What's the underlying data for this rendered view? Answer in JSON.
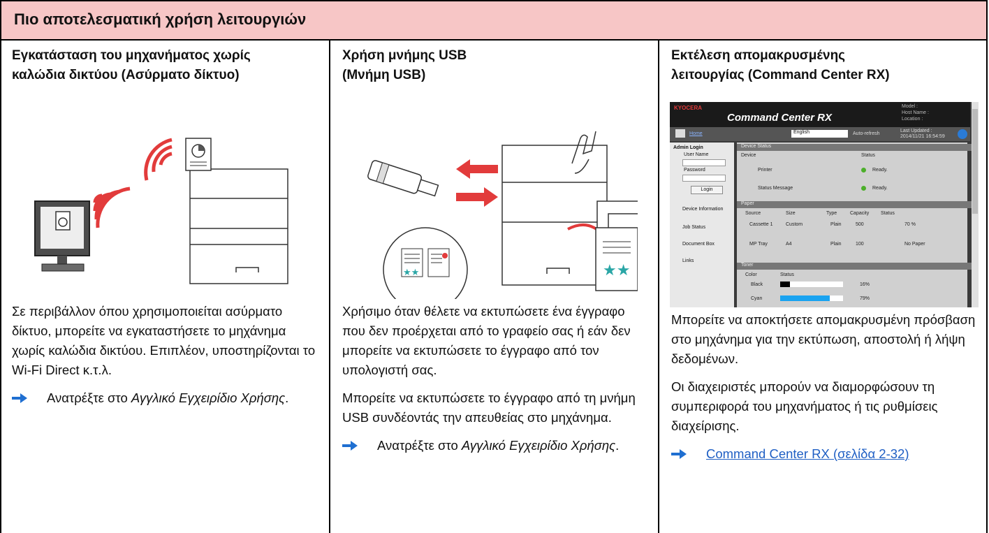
{
  "header": {
    "title": "Πιο αποτελεσματική χρήση λειτουργιών"
  },
  "columns": [
    {
      "title_line1": "Εγκατάσταση του μηχανήματος χωρίς",
      "title_line2": "καλώδια δικτύου (Ασύρματο δίκτυο)",
      "body": "Σε περιβάλλον όπου χρησιμοποιείται ασύρματο δίκτυο, μπορείτε να εγκαταστήσετε το μηχάνημα χωρίς καλώδια δικτύου. Επιπλέον, υποστηρίζονται το Wi-Fi Direct κ.τ.λ.",
      "ref_prefix": "Ανατρέξτε στο ",
      "ref_italic": "Αγγλικό Εγχειρίδιο Χρήσης",
      "ref_suffix": "."
    },
    {
      "title_line1": "Χρήση μνήμης USB",
      "title_line2": "(Μνήμη USB)",
      "body1": "Χρήσιμο όταν θέλετε να εκτυπώσετε ένα έγγραφο που δεν προέρχεται από το γραφείο σας ή εάν δεν μπορείτε να εκτυπώσετε το έγγραφο από τον υπολογιστή σας.",
      "body2": "Μπορείτε να εκτυπώσετε το έγγραφο από τη μνήμη USB συνδέοντάς την απευθείας στο μηχάνημα.",
      "ref_prefix": "Ανατρέξτε στο ",
      "ref_italic": "Αγγλικό Εγχειρίδιο Χρήσης",
      "ref_suffix": "."
    },
    {
      "title_line1": "Εκτέλεση απομακρυσμένης",
      "title_line2": "λειτουργίας (Command Center RX)",
      "body1": "Μπορείτε να αποκτήσετε απομακρυσμένη πρόσβαση στο μηχάνημα για την εκτύπωση, αποστολή ή λήψη δεδομένων.",
      "body2": "Οι διαχειριστές μπορούν να διαμορφώσουν τη συμπεριφορά του μηχανήματος ή τις ρυθμίσεις διαχείρισης.",
      "link": "Command Center RX (σελίδα 2-32)"
    }
  ],
  "screenshot": {
    "brand": "KYOCERA",
    "app_title": "Command Center RX",
    "model_label": "Model :",
    "host_label": "Host Name :",
    "location_label": "Location :",
    "home": "Home",
    "language": "English",
    "auto_refresh": "Auto-refresh",
    "last_updated_label": "Last Updated :",
    "last_updated_value": "2014/11/21 16:54:59",
    "admin_login": "Admin Login",
    "user_name": "User Name",
    "password": "Password",
    "login": "Login",
    "nav": [
      "Device Information",
      "Job Status",
      "Document Box",
      "Links"
    ],
    "device_status": "Device Status",
    "device_col": "Device",
    "status_col": "Status",
    "printer": "Printer",
    "status_message": "Status Message",
    "ready": "Ready.",
    "paper": "Paper",
    "paper_headers": [
      "Source",
      "Size",
      "Type",
      "Capacity",
      "Status"
    ],
    "paper_rows": [
      {
        "source": "Cassette 1",
        "size": "Custom",
        "type": "Plain",
        "capacity": "500",
        "status": "70 %",
        "level": 0.7
      },
      {
        "source": "MP Tray",
        "size": "A4",
        "type": "Plain",
        "capacity": "100",
        "status": "No Paper",
        "level": 0
      }
    ],
    "toner": "Toner",
    "toner_headers": [
      "Color",
      "Status"
    ],
    "toner_rows": [
      {
        "color": "Black",
        "status": "16%",
        "level": 0.16
      },
      {
        "color": "Cyan",
        "status": "79%",
        "level": 0.79
      }
    ]
  },
  "colors": {
    "header_bg": "#f7c6c6",
    "wave_red": "#e23b3b",
    "arrow_blue": "#1f6fd1"
  }
}
